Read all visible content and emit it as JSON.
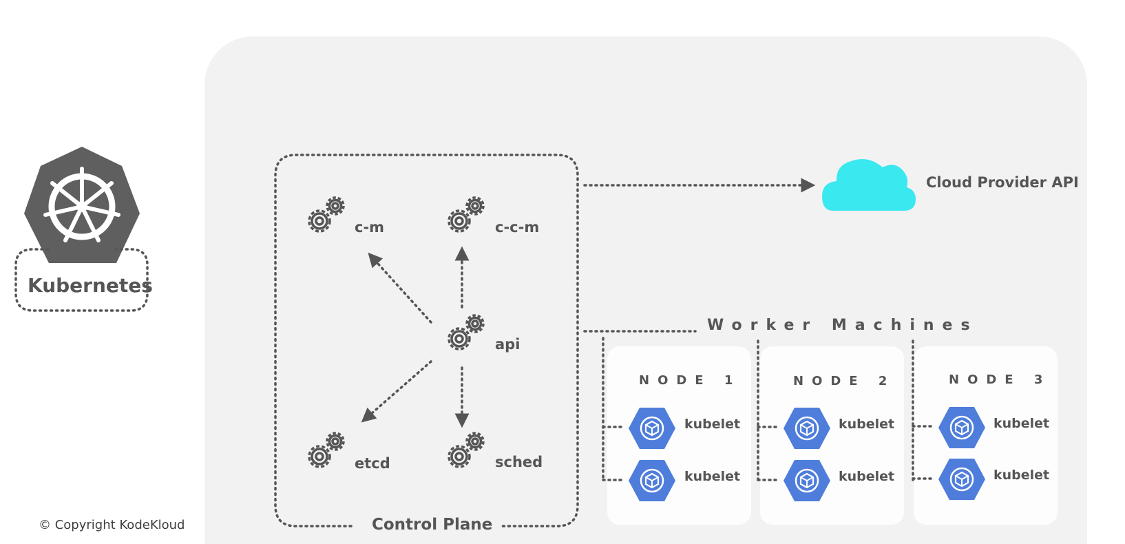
{
  "logo": {
    "text": "Kubernetes"
  },
  "control_plane": {
    "title": "Control Plane",
    "components": {
      "cm": "c-m",
      "ccm": "c-c-m",
      "api": "api",
      "etcd": "etcd",
      "sched": "sched"
    }
  },
  "cloud": {
    "label": "Cloud Provider API",
    "color": "#3ae8f0"
  },
  "workers": {
    "title": "Worker Machines",
    "nodes": [
      {
        "name": "NODE 1",
        "kubelets": [
          "kubelet",
          "kubelet"
        ]
      },
      {
        "name": "NODE 2",
        "kubelets": [
          "kubelet",
          "kubelet"
        ]
      },
      {
        "name": "NODE 3",
        "kubelets": [
          "kubelet",
          "kubelet"
        ]
      }
    ],
    "kubelet_color": "#4f7ddb"
  },
  "copyright": "© Copyright KodeKloud",
  "colors": {
    "panel": "#f2f2f2",
    "ink": "#555555",
    "logo": "#5f5f5f"
  }
}
